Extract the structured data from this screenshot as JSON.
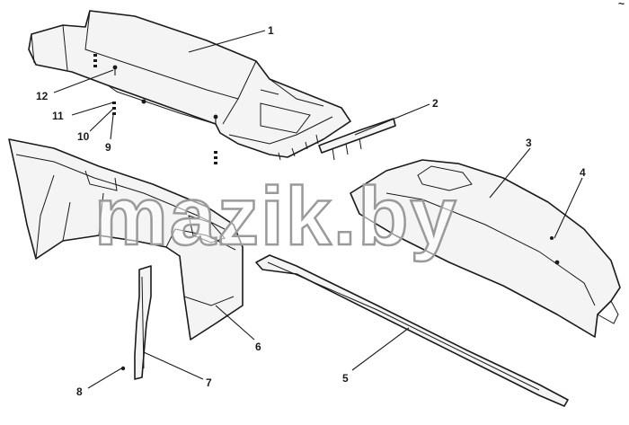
{
  "watermark": "mazik.by",
  "corner_mark": "~",
  "callouts": [
    "1",
    "2",
    "3",
    "4",
    "5",
    "6",
    "7",
    "8",
    "9",
    "10",
    "11",
    "12"
  ]
}
